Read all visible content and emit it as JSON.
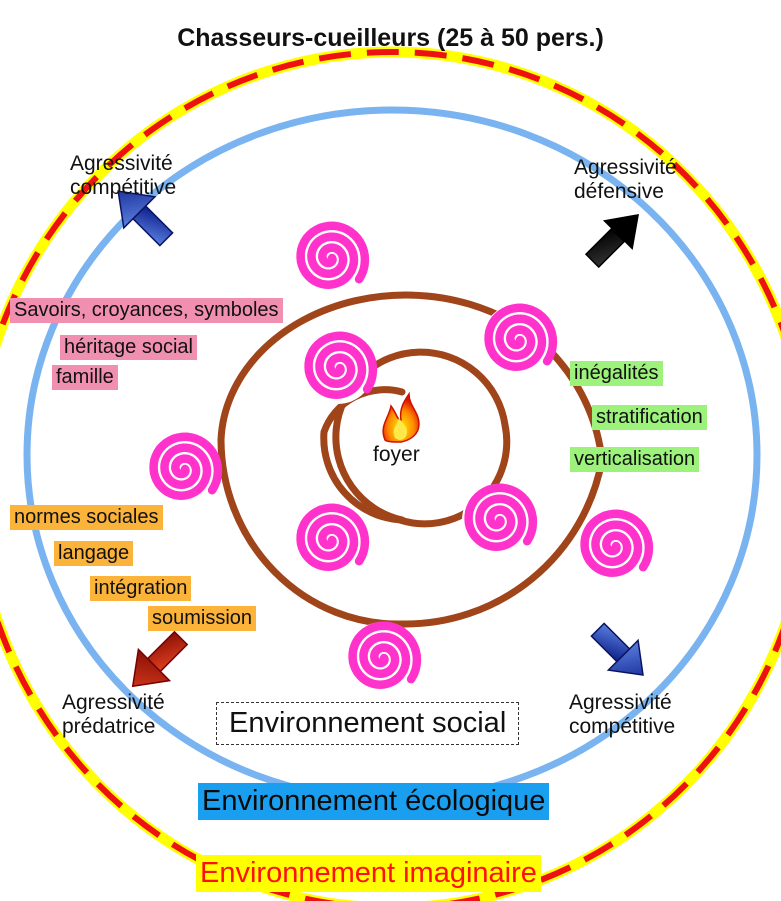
{
  "title": "Chasseurs-cueilleurs (25 à 50 pers.)",
  "aggressivity": {
    "top_left": [
      "Agressivité",
      "compétitive"
    ],
    "top_right": [
      "Agressivité",
      "défensive"
    ],
    "bottom_left": [
      "Agressivité",
      "prédatrice"
    ],
    "bottom_right": [
      "Agressivité",
      "compétitive"
    ]
  },
  "pink_tags": [
    "Savoirs, croyances, symboles",
    "héritage social",
    "famille"
  ],
  "orange_tags": [
    "normes sociales",
    "langage",
    "intégration",
    "soumission"
  ],
  "green_tags": [
    "inégalités",
    "stratification",
    "verticalisation"
  ],
  "center_label": "foyer",
  "environments": {
    "social": "Environnement social",
    "ecological": "Environnement écologique",
    "imaginary": "Environnement imaginaire"
  },
  "colors": {
    "outer_ring_yellow": "#ffff00",
    "outer_ring_red_dashed": "#ee1111",
    "eco_ring_blue": "#7ab4f0",
    "spiral_brown": "#a0441a",
    "swirls_magenta": "#ff33cc",
    "arrow_blue": "#1530a8",
    "arrow_black": "#000000",
    "arrow_red": "#b81a0a"
  },
  "icons": [
    "fire-icon",
    "swirl-icon",
    "arrow-icon"
  ]
}
